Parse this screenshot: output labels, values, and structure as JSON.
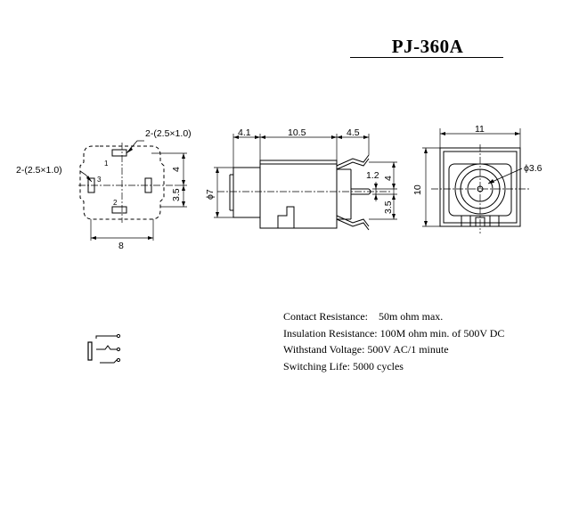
{
  "title": "PJ-360A",
  "views": {
    "bottom": {
      "pad_label_top": "2-(2.5×1.0)",
      "pad_label_left": "2-(2.5×1.0)",
      "pin_1": "1",
      "pin_2": "2",
      "pin_3": "3",
      "dim_width": "8",
      "dim_upper": "4",
      "dim_lower": "3.5"
    },
    "side": {
      "dim_a": "4.1",
      "dim_b": "10.5",
      "dim_c": "4.5",
      "dim_diameter": "ϕ7",
      "dim_pin_gap": "1.2",
      "dim_right_upper": "4",
      "dim_right_lower": "3.5"
    },
    "front": {
      "dim_width": "11",
      "dim_height": "10",
      "dim_bore": "ϕ3.6"
    }
  },
  "specs": [
    "Contact Resistance:    50m ohm max.",
    "Insulation Resistance: 100M ohm min. of 500V DC",
    "Withstand Voltage: 500V AC/1 minute",
    "Switching Life: 5000 cycles"
  ]
}
